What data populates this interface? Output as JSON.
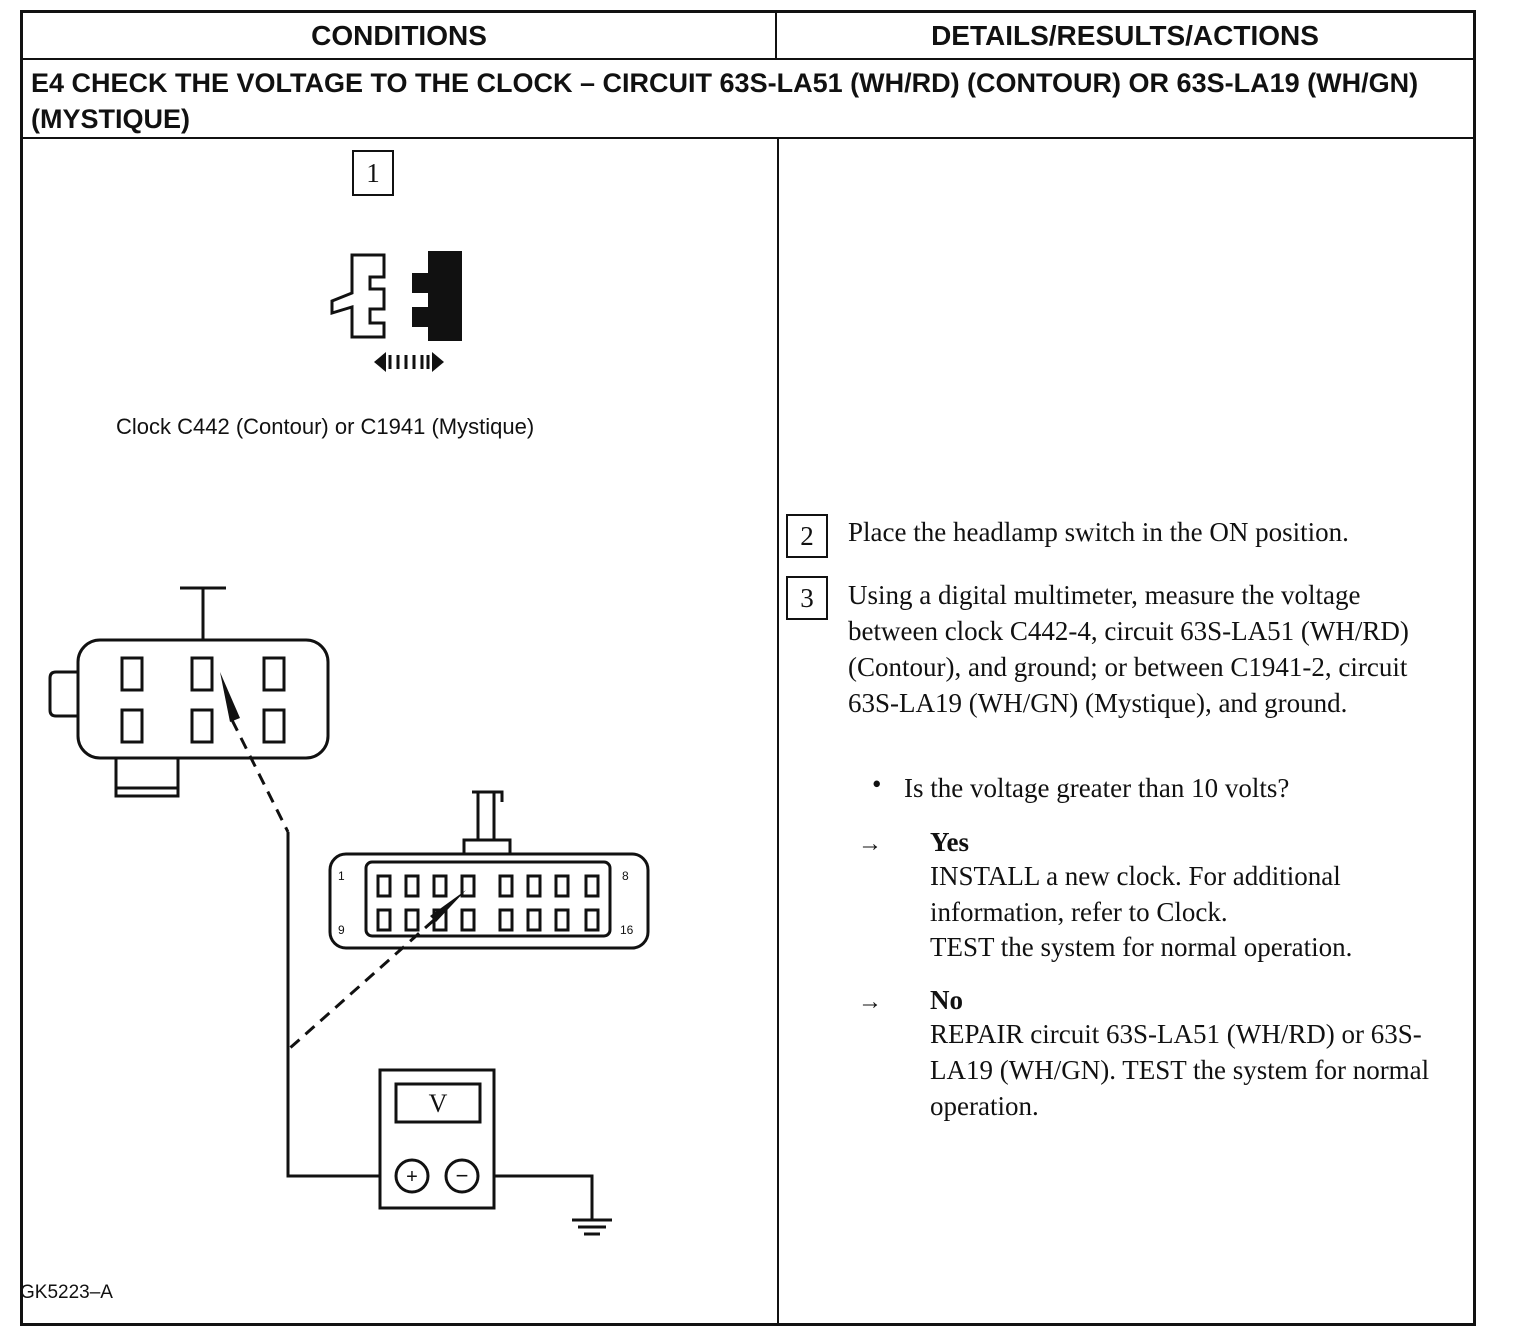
{
  "table": {
    "header_conditions": "CONDITIONS",
    "header_details": "DETAILS/RESULTS/ACTIONS",
    "step_title": "E4   CHECK THE VOLTAGE TO THE CLOCK – CIRCUIT 63S-LA51 (WH/RD) (CONTOUR) OR 63S-LA19 (WH/GN) (MYSTIQUE)"
  },
  "left": {
    "step1_number": "1",
    "connector_caption": "Clock C442 (Contour) or C1941 (Mystique)",
    "meter_label": "V",
    "plus_symbol": "+",
    "minus_symbol": "−",
    "pin_first_top": "1",
    "pin_last_top": "8",
    "pin_first_bottom": "9",
    "pin_last_bottom": "16",
    "figure_id": "GK5223–A"
  },
  "right": {
    "step2_number": "2",
    "step2_text": "Place the headlamp switch in the ON position.",
    "step3_number": "3",
    "step3_text": "Using a digital multimeter, measure the voltage between clock C442-4, circuit 63S-LA51 (WH/RD) (Contour), and ground; or between C1941-2, circuit 63S-LA19 (WH/GN) (Mystique), and ground.",
    "question_bullet": "•",
    "question": "Is the voltage greater than 10 volts?",
    "arrow_symbol": "→",
    "yes_label": "Yes",
    "yes_text_1": "INSTALL a new clock. For additional information, refer to Clock.",
    "yes_text_2": "TEST the system for normal operation.",
    "no_label": "No",
    "no_text": "REPAIR circuit 63S-LA51 (WH/RD) or 63S-LA19 (WH/GN). TEST the system for normal operation."
  }
}
